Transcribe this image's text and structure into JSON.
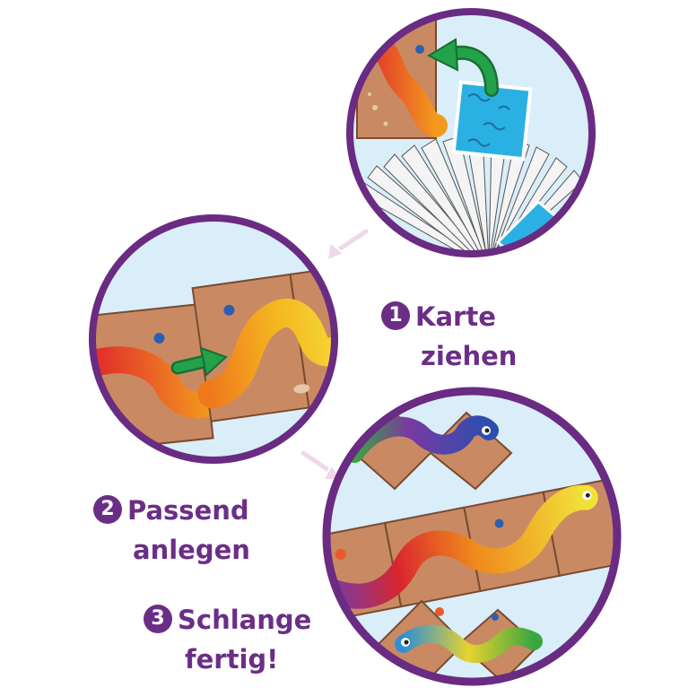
{
  "steps": [
    {
      "number": "1",
      "line1": "Karte",
      "line2": "ziehen"
    },
    {
      "number": "2",
      "line1": "Passend",
      "line2": "anlegen"
    },
    {
      "number": "3",
      "line1": "Schlange",
      "line2": "fertig!"
    }
  ],
  "colors": {
    "ring": "#6a2b83",
    "sky": "#d9eef8",
    "tile": "#c98a63",
    "water": "#2bb0e3",
    "arrow": "#22a24a"
  },
  "icons": [
    "curved-arrow-icon",
    "arrow-right-icon",
    "beetle-icon",
    "flower-icon"
  ]
}
